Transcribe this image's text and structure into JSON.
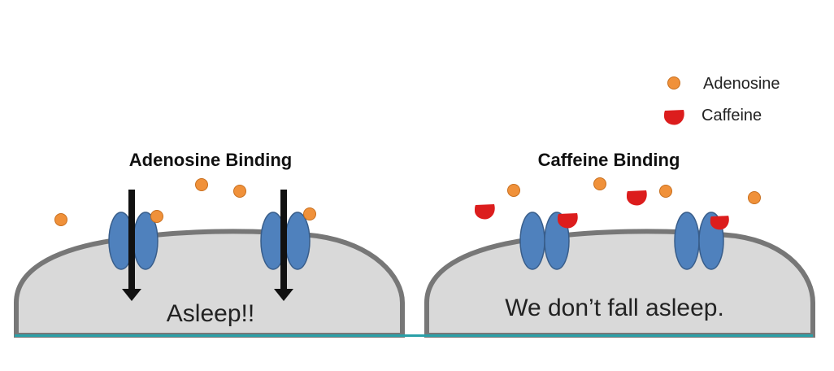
{
  "legend": {
    "items": [
      {
        "label": "Adenosine",
        "icon": "adenosine-dot-icon",
        "color": "#f0913a"
      },
      {
        "label": "Caffeine",
        "icon": "caffeine-drop-icon",
        "color": "#dc1d1d"
      }
    ]
  },
  "panels": [
    {
      "title": "Adenosine Binding",
      "cell_label": "Asleep!!"
    },
    {
      "title": "Caffeine Binding",
      "cell_label": "We don’t fall asleep."
    }
  ],
  "colors": {
    "membrane_fill": "#d9d9d9",
    "membrane_stroke": "#777777",
    "receptor_fill": "#4f81bd",
    "receptor_stroke": "#385d8a",
    "adenosine": "#f0913a",
    "adenosine_stroke": "#c86f1e",
    "caffeine": "#dc1d1d",
    "arrow": "#111111",
    "baseline": "#2aa0a8"
  }
}
